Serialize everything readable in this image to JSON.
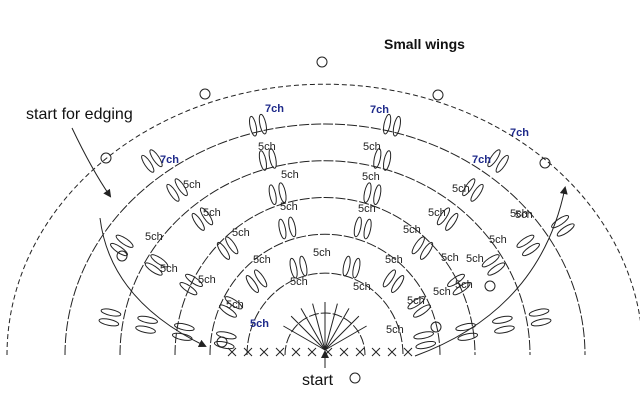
{
  "title": "Small wings",
  "labels": {
    "start_edging": "start for edging",
    "start": "start"
  },
  "stitch_labels": {
    "seven_chain": "7ch",
    "five_chain": "5ch"
  },
  "colors": {
    "line": "#222222",
    "accent_label": "#1e2a8a"
  }
}
